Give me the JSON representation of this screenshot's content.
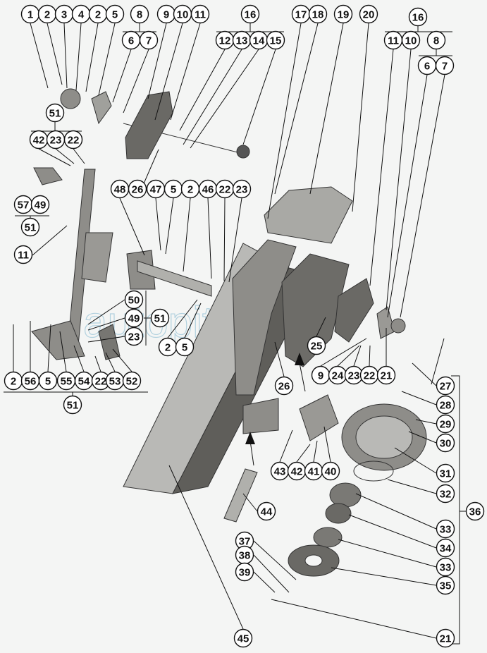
{
  "title": "Exploded parts diagram",
  "watermark": "autopiter.ru",
  "colors": {
    "part_light": "#b9b9b6",
    "part_mid": "#8e8d89",
    "part_dark": "#5f5e5a",
    "line": "#111111",
    "background": "#f4f5f4"
  },
  "callouts": [
    "1",
    "2",
    "3",
    "4",
    "2",
    "5",
    "8",
    "6",
    "7",
    "9",
    "10",
    "11",
    "16",
    "12",
    "13",
    "14",
    "15",
    "17",
    "18",
    "19",
    "20",
    "16",
    "11",
    "10",
    "8",
    "6",
    "7",
    "51",
    "42",
    "23",
    "22",
    "48",
    "26",
    "47",
    "5",
    "2",
    "46",
    "22",
    "23",
    "57",
    "49",
    "51",
    "11",
    "50",
    "49",
    "23",
    "51",
    "2",
    "5",
    "25",
    "2",
    "56",
    "5",
    "55",
    "54",
    "22",
    "53",
    "52",
    "51",
    "9",
    "24",
    "23",
    "22",
    "21",
    "26",
    "27",
    "28",
    "29",
    "30",
    "31",
    "32",
    "36",
    "33",
    "34",
    "33",
    "35",
    "43",
    "42",
    "41",
    "40",
    "44",
    "37",
    "38",
    "39",
    "45",
    "21"
  ]
}
